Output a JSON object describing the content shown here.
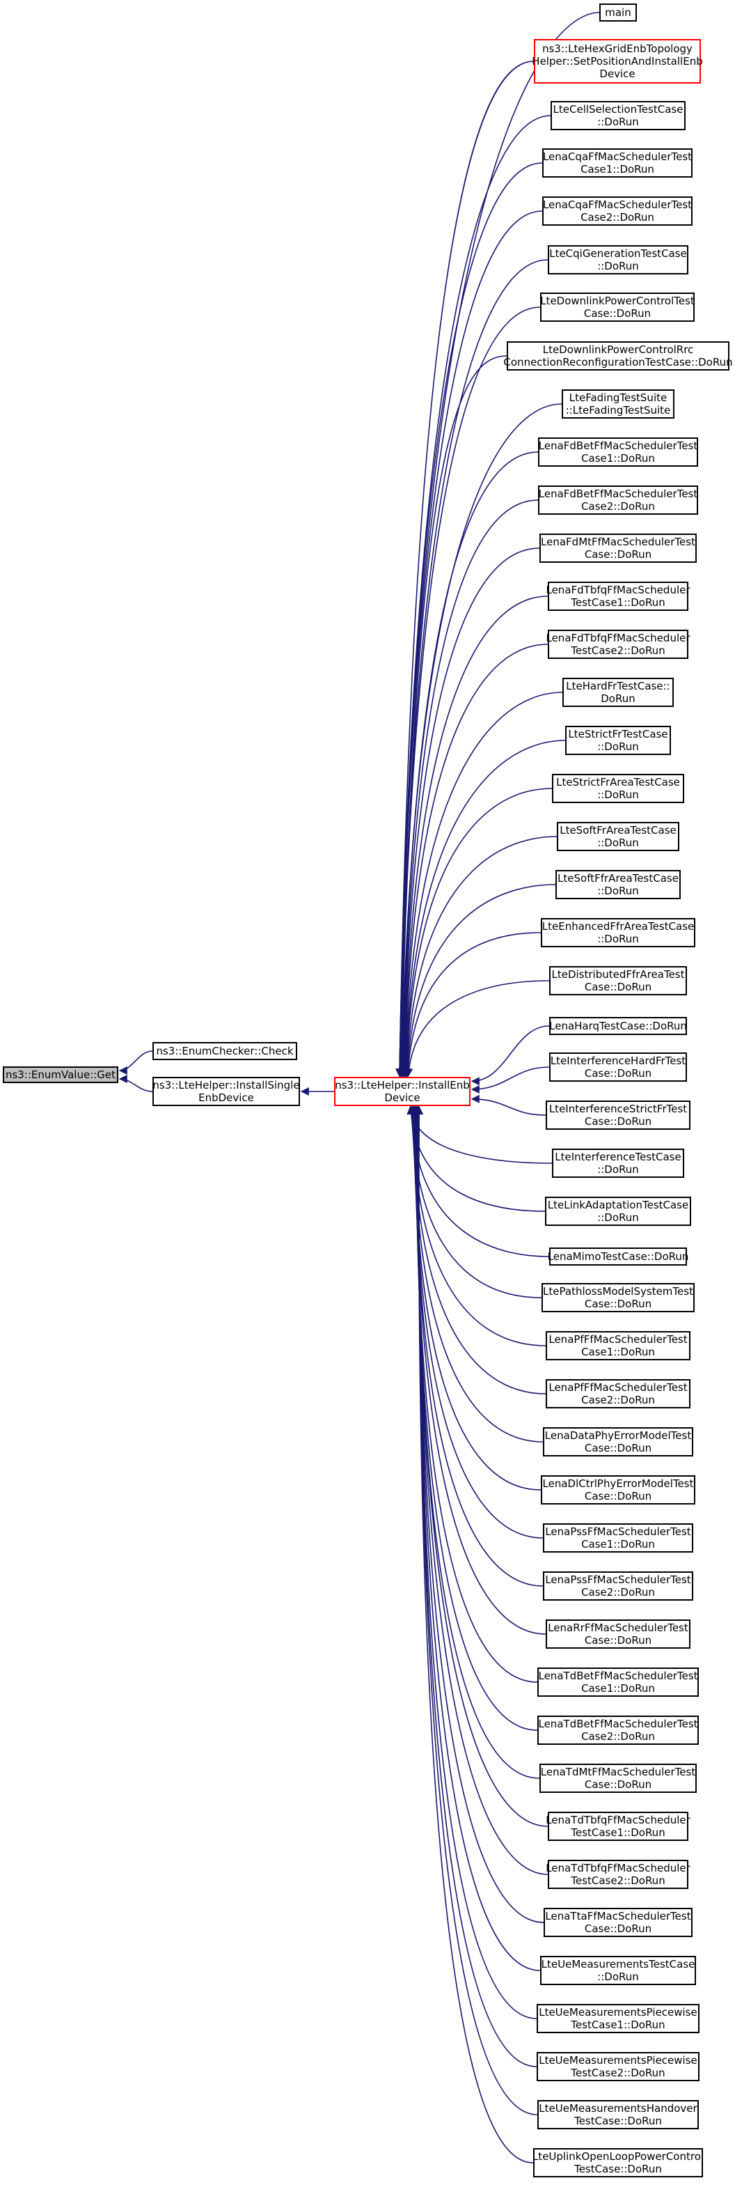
{
  "colors": {
    "edge": "#191970",
    "node_border": "#000000",
    "highlight_border": "#ff0000",
    "focus_fill": "#bfbfbf"
  },
  "nodes": {
    "n_get": "ns3::EnumValue::Get",
    "n_check": "ns3::EnumChecker::Check",
    "n_install_single": "ns3::LteHelper::InstallSingle\nEnbDevice",
    "n_install_enb": "ns3::LteHelper::InstallEnb\nDevice",
    "c_main": "main",
    "c_hexgrid": "ns3::LteHexGridEnbTopology\nHelper::SetPositionAndInstallEnb\nDevice",
    "c_cellsel": "LteCellSelectionTestCase\n::DoRun",
    "c_cqa1": "LenaCqaFfMacSchedulerTest\nCase1::DoRun",
    "c_cqa2": "LenaCqaFfMacSchedulerTest\nCase2::DoRun",
    "c_cqigen": "LteCqiGenerationTestCase\n::DoRun",
    "c_dlpc": "LteDownlinkPowerControlTest\nCase::DoRun",
    "c_dlpcrrc": "LteDownlinkPowerControlRrc\nConnectionReconfigurationTestCase::DoRun",
    "c_fading": "LteFadingTestSuite\n::LteFadingTestSuite",
    "c_fdbet1": "LenaFdBetFfMacSchedulerTest\nCase1::DoRun",
    "c_fdbet2": "LenaFdBetFfMacSchedulerTest\nCase2::DoRun",
    "c_fdmt": "LenaFdMtFfMacSchedulerTest\nCase::DoRun",
    "c_fdtbfq1": "LenaFdTbfqFfMacScheduler\nTestCase1::DoRun",
    "c_fdtbfq2": "LenaFdTbfqFfMacScheduler\nTestCase2::DoRun",
    "c_hardfr": "LteHardFrTestCase::\nDoRun",
    "c_strictfr": "LteStrictFrTestCase\n::DoRun",
    "c_strictfrarea": "LteStrictFrAreaTestCase\n::DoRun",
    "c_softfr": "LteSoftFrAreaTestCase\n::DoRun",
    "c_softffr": "LteSoftFfrAreaTestCase\n::DoRun",
    "c_enhffr": "LteEnhancedFfrAreaTestCase\n::DoRun",
    "c_distffr": "LteDistributedFfrAreaTest\nCase::DoRun",
    "c_harq": "LenaHarqTestCase::DoRun",
    "c_intfhard": "LteInterferenceHardFrTest\nCase::DoRun",
    "c_intfstrict": "LteInterferenceStrictFrTest\nCase::DoRun",
    "c_intf": "LteInterferenceTestCase\n::DoRun",
    "c_linkadapt": "LteLinkAdaptationTestCase\n::DoRun",
    "c_mimo": "LenaMimoTestCase::DoRun",
    "c_pathloss": "LtePathlossModelSystemTest\nCase::DoRun",
    "c_pf1": "LenaPfFfMacSchedulerTest\nCase1::DoRun",
    "c_pf2": "LenaPfFfMacSchedulerTest\nCase2::DoRun",
    "c_dataphy": "LenaDataPhyErrorModelTest\nCase::DoRun",
    "c_dlctrl": "LenaDlCtrlPhyErrorModelTest\nCase::DoRun",
    "c_pss1": "LenaPssFfMacSchedulerTest\nCase1::DoRun",
    "c_pss2": "LenaPssFfMacSchedulerTest\nCase2::DoRun",
    "c_rr": "LenaRrFfMacSchedulerTest\nCase::DoRun",
    "c_tdbet1": "LenaTdBetFfMacSchedulerTest\nCase1::DoRun",
    "c_tdbet2": "LenaTdBetFfMacSchedulerTest\nCase2::DoRun",
    "c_tdmt": "LenaTdMtFfMacSchedulerTest\nCase::DoRun",
    "c_tdtbfq1": "LenaTdTbfqFfMacScheduler\nTestCase1::DoRun",
    "c_tdtbfq2": "LenaTdTbfqFfMacScheduler\nTestCase2::DoRun",
    "c_tta": "LenaTtaFfMacSchedulerTest\nCase::DoRun",
    "c_uemeas": "LteUeMeasurementsTestCase\n::DoRun",
    "c_uemeaspw1": "LteUeMeasurementsPiecewise\nTestCase1::DoRun",
    "c_uemeaspw2": "LteUeMeasurementsPiecewise\nTestCase2::DoRun",
    "c_uemeasho": "LteUeMeasurementsHandover\nTestCase::DoRun",
    "c_ulolpc": "LteUplinkOpenLoopPowerControl\nTestCase::DoRun"
  }
}
